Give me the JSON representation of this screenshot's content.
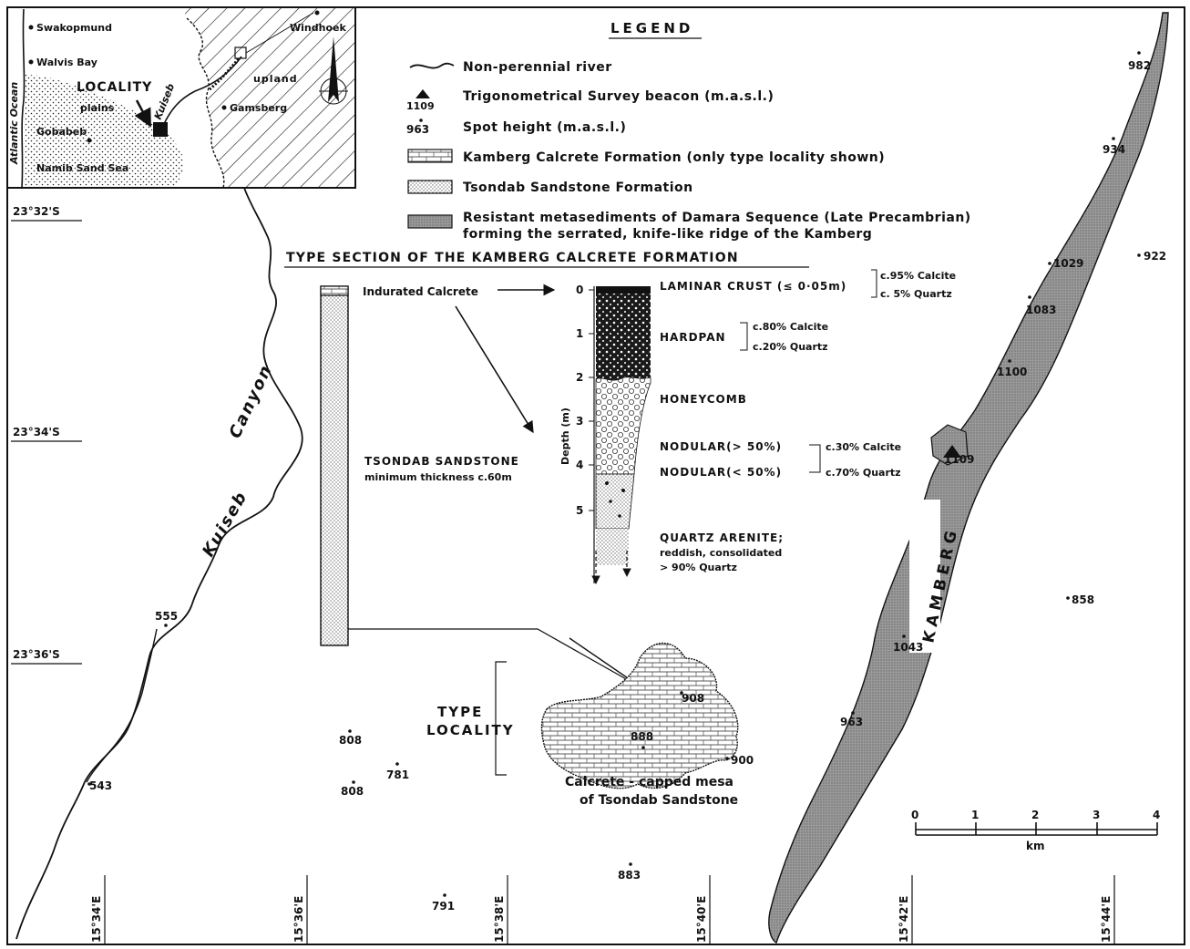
{
  "legend": {
    "title": "LEGEND",
    "river": "Non-perennial river",
    "trig_value": "1109",
    "trig": "Trigonometrical Survey beacon (m.a.s.l.)",
    "spot_value": "963",
    "spot": "Spot height (m.a.s.l.)",
    "kamberg_calcrete": "Kamberg Calcrete Formation (only type locality shown)",
    "tsondab": "Tsondab Sandstone Formation",
    "resistant_line1": "Resistant metasediments of Damara Sequence (Late Precambrian)",
    "resistant_line2": "forming the serrated, knife-like ridge of the Kamberg"
  },
  "inset": {
    "swakopmund": "Swakopmund",
    "walvis_bay": "Walvis Bay",
    "windhoek": "Windhoek",
    "atlantic": "Atlantic Ocean",
    "locality": "LOCALITY",
    "plains": "plains",
    "kuiseb": "Kuiseb",
    "upland": "upland",
    "gamsberg": "Gamsberg",
    "gobabeb": "Gobabeb",
    "namib": "Namib Sand Sea"
  },
  "section": {
    "title": "TYPE SECTION OF THE KAMBERG CALCRETE FORMATION",
    "indurated": "Indurated Calcrete",
    "tsondab_title": "TSONDAB SANDSTONE",
    "tsondab_sub": "minimum thickness c.60m",
    "depth_label": "Depth (m)",
    "depth_ticks": [
      "0",
      "1",
      "2",
      "3",
      "4",
      "5"
    ],
    "laminar": "LAMINAR CRUST (≤ 0·05m)",
    "laminar_c1": "c.95% Calcite",
    "laminar_c2": "c.  5% Quartz",
    "hardpan": "HARDPAN",
    "hardpan_c1": "c.80% Calcite",
    "hardpan_c2": "c.20% Quartz",
    "honeycomb": "HONEYCOMB",
    "nodular1": "NODULAR(> 50%)",
    "nodular2": "NODULAR(< 50%)",
    "nodular_c1": "c.30% Calcite",
    "nodular_c2": "c.70% Quartz",
    "arenite1": "QUARTZ ARENITE;",
    "arenite2": "reddish, consolidated",
    "arenite3": "> 90% Quartz"
  },
  "map": {
    "lat1": "23°32'S",
    "lat2": "23°34'S",
    "lat3": "23°36'S",
    "canyon": "Canyon",
    "kuiseb": "Kuiseb",
    "kamberg": "KAMBERG",
    "type_locality1": "TYPE",
    "type_locality2": "LOCALITY",
    "mesa1": "Calcrete - capped mesa",
    "mesa2": "of Tsondab Sandstone",
    "lon": [
      "15°34'E",
      "15°36'E",
      "15°38'E",
      "15°40'E",
      "15°42'E",
      "15°44'E"
    ],
    "scale_ticks": [
      "0",
      "1",
      "2",
      "3",
      "4"
    ],
    "scale_unit": "km"
  },
  "heights": {
    "h982": "982",
    "h934": "934",
    "h922": "922",
    "h1029": "1029",
    "h1083": "1083",
    "h1100": "1100",
    "h1109": "1109",
    "h858": "858",
    "h1043": "1043",
    "h963": "963",
    "h908": "908",
    "h888": "888",
    "h900": "900",
    "h808a": "808",
    "h808b": "808",
    "h781": "781",
    "h555": "555",
    "h543": "543",
    "h883": "883",
    "h791": "791"
  }
}
